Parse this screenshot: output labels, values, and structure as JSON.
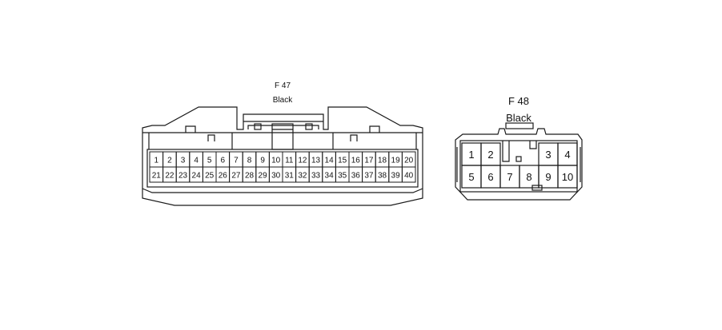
{
  "connectors": [
    {
      "id": "F 47",
      "color_label": "Black",
      "rows": [
        [
          "1",
          "2",
          "3",
          "4",
          "5",
          "6",
          "7",
          "8",
          "9",
          "10",
          "11",
          "12",
          "13",
          "14",
          "15",
          "16",
          "17",
          "18",
          "19",
          "20"
        ],
        [
          "21",
          "22",
          "23",
          "24",
          "25",
          "26",
          "27",
          "28",
          "29",
          "30",
          "31",
          "32",
          "33",
          "34",
          "35",
          "36",
          "37",
          "38",
          "39",
          "40"
        ]
      ]
    },
    {
      "id": "F 48",
      "color_label": "Black",
      "rows": [
        [
          "1",
          "2",
          "",
          "3",
          "4"
        ],
        [
          "5",
          "6",
          "7",
          "8",
          "9",
          "10"
        ]
      ]
    }
  ],
  "colors": {
    "line": "#1a1a1a",
    "background": "#ffffff"
  }
}
